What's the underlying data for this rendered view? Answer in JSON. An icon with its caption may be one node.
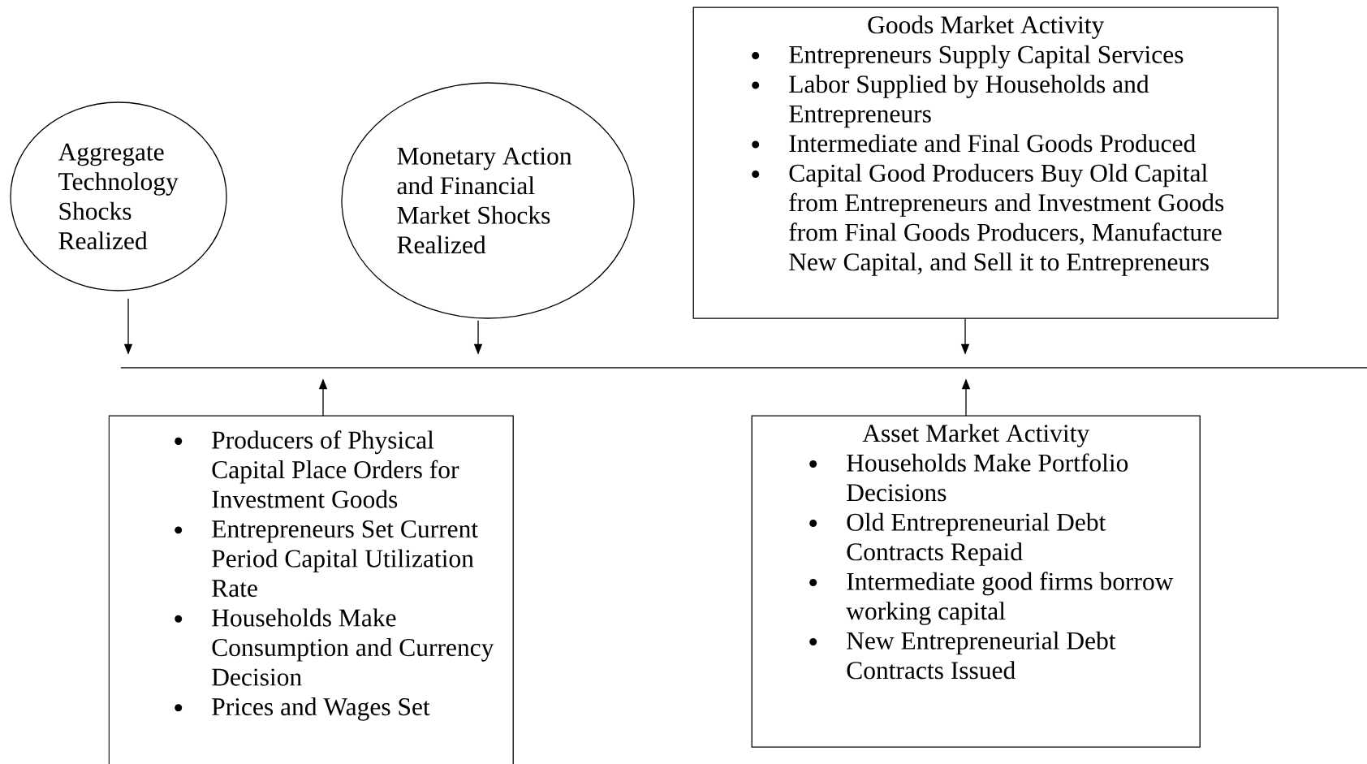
{
  "diagram": {
    "nodes": [
      {
        "text": [
          "Aggregate Technology Shocks Realized"
        ]
      },
      {
        "text": [
          "Monetary Action and Financial Market Shocks Realized"
        ]
      },
      {
        "text": [
          "Goods Market Activity",
          "Entrepreneurs Supply Capital Services",
          "Labor Supplied by Households and Entrepreneurs",
          "Intermediate and Final Goods Produced",
          "Capital Good Producers Buy Old Capital from Entrepreneurs and Investment Goods from Final Goods Producers, Manufacture New Capital, and Sell it to Entrepreneurs"
        ]
      },
      {
        "text": [],
        "shape": "line"
      },
      {
        "text": [
          "Producers of Physical Capital Place Orders for Investment Goods",
          "Entrepreneurs Set Current Period Capital Utilization Rate",
          "Households Make Consumption and Currency Decision",
          "Prices and Wages Set"
        ]
      },
      {
        "text": [
          "Asset Market Activity",
          "Households Make Portfolio Decisions",
          "Old Entrepreneurial Debt Contracts Repaid",
          "Intermediate good firms borrow working capital",
          "New Entrepreneurial Debt Contracts Issued"
        ]
      }
    ],
    "edges": [
      {
        "from": 0,
        "to": 3,
        "arrow": "to"
      },
      {
        "from": 1,
        "to": 3,
        "arrow": "to"
      },
      {
        "from": 2,
        "to": 3,
        "arrow": "to"
      },
      {
        "from": 4,
        "to": 3,
        "arrow": "to"
      },
      {
        "from": 5,
        "to": 3,
        "arrow": "to"
      }
    ]
  }
}
